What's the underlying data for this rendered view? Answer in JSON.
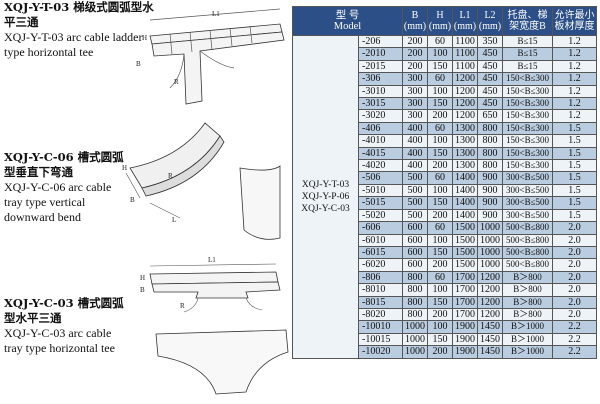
{
  "captions": [
    {
      "cn": "XQJ-Y-T-03 梯级式圆弧型水平三通",
      "en": "XQJ-Y-T-03 arc cable ladder type horizontal tee"
    },
    {
      "cn": "XQJ-Y-C-06 槽式圆弧型垂直下弯通",
      "en": "XQJ-Y-C-06 arc cable tray type vertical downward bend"
    },
    {
      "cn": "XQJ-Y-C-03 槽式圆弧型水平三通",
      "en": "XQJ-Y-C-03 arc cable tray type horizontal tee"
    }
  ],
  "figure_labels": {
    "fig1": {
      "l1": "L1",
      "h": "H",
      "b": "B",
      "r": "R"
    },
    "fig2": {
      "h": "H",
      "b": "B",
      "r": "R",
      "l": "L"
    },
    "fig3": {
      "l1": "L1",
      "h": "H",
      "b": "B",
      "r": "R"
    }
  },
  "table": {
    "headers": {
      "model": "型  号\nModel",
      "b": "B\n(mm)",
      "h": "H\n(mm)",
      "l1": "L1\n(mm)",
      "l2": "L2\n(mm)",
      "tray": "托盘、梯\n架宽度B",
      "thick": "允许最小\n板材厚度"
    },
    "model_names": "XQJ-Y-T-03\nXQJ-Y-P-06\nXQJ-Y-C-03",
    "rows": [
      [
        "-206",
        "200",
        "60",
        "1100",
        "350",
        "B≤15",
        "1.2"
      ],
      [
        "-2010",
        "200",
        "100",
        "1100",
        "450",
        "B≤15",
        "1.2"
      ],
      [
        "-2015",
        "200",
        "150",
        "1100",
        "450",
        "B≤15",
        "1.2"
      ],
      [
        "-306",
        "300",
        "60",
        "1200",
        "450",
        "150<B≤300",
        "1.2"
      ],
      [
        "-3010",
        "300",
        "100",
        "1200",
        "450",
        "150<B≤300",
        "1.2"
      ],
      [
        "-3015",
        "300",
        "150",
        "1200",
        "450",
        "150<B≤300",
        "1.2"
      ],
      [
        "-3020",
        "300",
        "200",
        "1200",
        "650",
        "150<B≤300",
        "1.2"
      ],
      [
        "-406",
        "400",
        "60",
        "1300",
        "800",
        "150<B≤300",
        "1.5"
      ],
      [
        "-4010",
        "400",
        "100",
        "1300",
        "800",
        "150<B≤300",
        "1.5"
      ],
      [
        "-4015",
        "400",
        "150",
        "1300",
        "800",
        "150<B≤300",
        "1.5"
      ],
      [
        "-4020",
        "400",
        "200",
        "1300",
        "800",
        "150<B≤300",
        "1.5"
      ],
      [
        "-506",
        "500",
        "60",
        "1400",
        "900",
        "300<B≤500",
        "1.5"
      ],
      [
        "-5010",
        "500",
        "100",
        "1400",
        "900",
        "300<B≤500",
        "1.5"
      ],
      [
        "-5015",
        "500",
        "150",
        "1400",
        "900",
        "300<B≤500",
        "1.5"
      ],
      [
        "-5020",
        "500",
        "200",
        "1400",
        "900",
        "300<B≤500",
        "1.5"
      ],
      [
        "-606",
        "600",
        "60",
        "1500",
        "1000",
        "500<B≤800",
        "2.0"
      ],
      [
        "-6010",
        "600",
        "100",
        "1500",
        "1000",
        "500<B≤800",
        "2.0"
      ],
      [
        "-6015",
        "600",
        "150",
        "1500",
        "1000",
        "500<B≤800",
        "2.0"
      ],
      [
        "-6020",
        "600",
        "200",
        "1500",
        "1000",
        "500<B≤800",
        "2.0"
      ],
      [
        "-806",
        "800",
        "60",
        "1700",
        "1200",
        "B＞800",
        "2.0"
      ],
      [
        "-8010",
        "800",
        "100",
        "1700",
        "1200",
        "B＞800",
        "2.0"
      ],
      [
        "-8015",
        "800",
        "150",
        "1700",
        "1200",
        "B＞800",
        "2.0"
      ],
      [
        "-8020",
        "800",
        "200",
        "1700",
        "1200",
        "B＞800",
        "2.0"
      ],
      [
        "-10010",
        "1000",
        "100",
        "1900",
        "1450",
        "B＞1000",
        "2.2"
      ],
      [
        "-10015",
        "1000",
        "150",
        "1900",
        "1450",
        "B＞1000",
        "2.2"
      ],
      [
        "-10020",
        "1000",
        "200",
        "1900",
        "1450",
        "B＞1000",
        "2.2"
      ]
    ]
  }
}
